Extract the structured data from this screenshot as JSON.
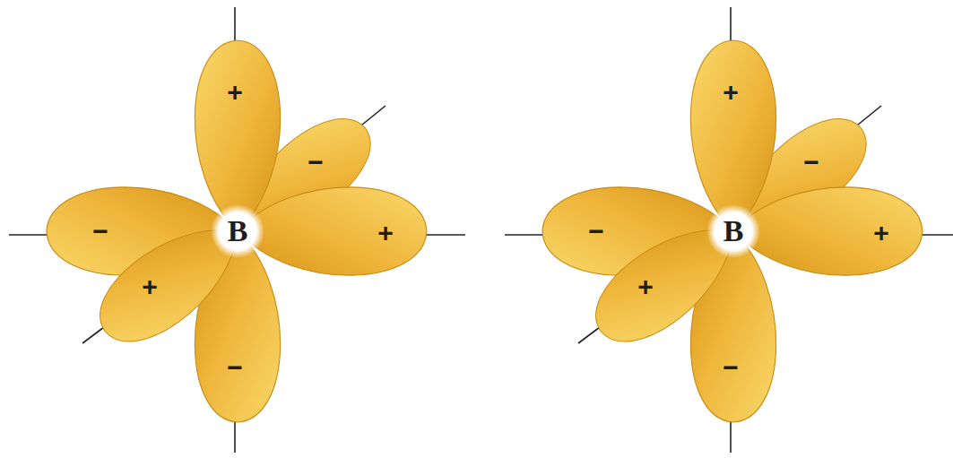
{
  "diagram": {
    "labels": [
      "+",
      "−",
      "−",
      "B",
      "+",
      "+",
      "−",
      "+",
      "−",
      "−",
      "B",
      "+",
      "+",
      "−"
    ]
  }
}
